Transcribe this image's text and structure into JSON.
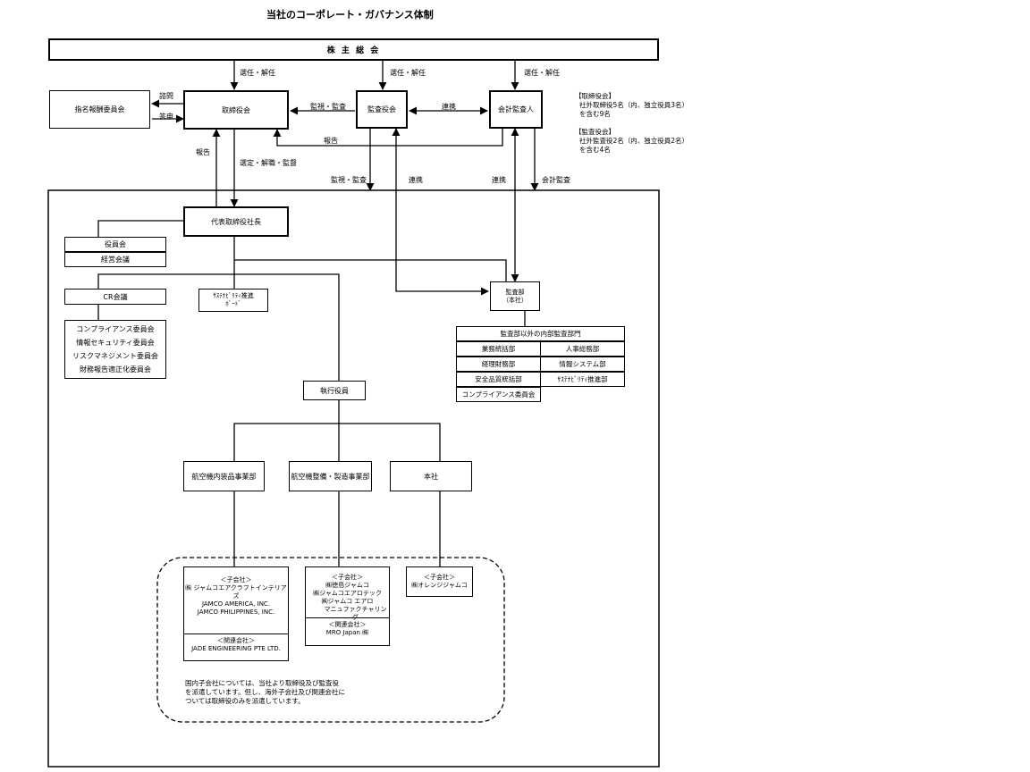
{
  "title": "当社のコーポレート・ガバナンス体制",
  "shareholders": "株 主 総 会",
  "elect_dismiss_1": "選任・解任",
  "elect_dismiss_2": "選任・解任",
  "elect_dismiss_3": "選任・解任",
  "nomination_committee": "指名報酬委員会",
  "consult": "諮問",
  "answer": "答申",
  "board": "取締役会",
  "supervise_audit_top": "監視・監査",
  "audit_board": "監査役会",
  "coop_top": "連携",
  "accounting_auditor": "会計監査人",
  "report_mid": "報告",
  "report_left": "報告",
  "select_dismiss_supervise": "選定・解職・監督",
  "supervise_audit_low": "監視・監査",
  "coop_low1": "連携",
  "coop_low2": "連携",
  "accounting_audit": "会計監査",
  "board_note": {
    "head": "【取締役会】",
    "l1": "社外取締役5名（内、独立役員3名）",
    "l2": "を含む9名"
  },
  "audit_note": {
    "head": "【監査役会】",
    "l1": "社外監査役2名（内、独立役員2名）",
    "l2": "を含む4名"
  },
  "president": "代表取締役社長",
  "officers_meeting": "役員会",
  "management_meeting": "経営会議",
  "cr_meeting": "CR会議",
  "committees": [
    "コンプライアンス委員会",
    "情報セキュリティ委員会",
    "リスクマネジメント委員会",
    "財務報告適正化委員会"
  ],
  "sustainability_board": {
    "l1": "ｻｽﾃﾅﾋﾞﾘﾃｨ推進",
    "l2": "ﾎﾞｰﾄﾞ"
  },
  "audit_dept": {
    "l1": "監査部",
    "l2": "（本社）"
  },
  "internal_audit": {
    "header": "監査部以外の内部監査部門",
    "cells": [
      "業務統括部",
      "人事総務部",
      "経理財務部",
      "情報システム部",
      "安全品質統括部",
      "ｻｽﾃﾅﾋﾞﾘﾃｨ推進部",
      "コンプライアンス委員会"
    ]
  },
  "executive_officers": "執行役員",
  "division1": "航空機内装品事業部",
  "division2": "航空機整備・製造事業部",
  "head_office": "本社",
  "sub1": {
    "head": "＜子会社＞",
    "l1": "㈱ ジャムコエアクラフトインテリア",
    "l2": "ズ",
    "l3": "JAMCO AMERICA, INC.",
    "l4": "JAMCO PHILIPPINES, INC.",
    "aff_head": "＜関連会社＞",
    "aff1": "JADE ENGINEERING  PTE LTD."
  },
  "sub2": {
    "head": "＜子会社＞",
    "l1": "㈱徳島ジャムコ",
    "l2": "㈱ジャムコエアロテック",
    "l3": "㈱ジャムコ エアロ",
    "l4": "マニュファクチャリング",
    "aff_head": "＜関連会社＞",
    "aff1": "MRO Japan ㈱"
  },
  "sub3": {
    "head": "＜子会社＞",
    "l1": "㈱オレンジジャムコ"
  },
  "footnote": {
    "l1": "国内子会社については、当社より取締役及び監査役",
    "l2": "を派遣しています。但し、海外子会社及び関連会社に",
    "l3": "ついては取締役のみを派遣しています。"
  }
}
